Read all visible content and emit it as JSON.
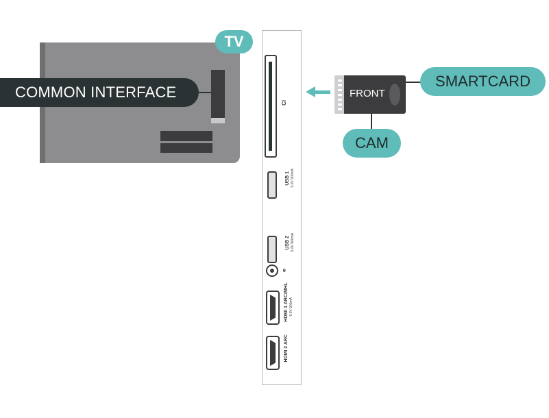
{
  "tv_label": "TV",
  "common_interface_label": "COMMON INTERFACE",
  "panel": {
    "ci_label": "CI",
    "usb1_label": "USB 1",
    "usb1_spec": "5.0V 900mA",
    "usb2_label": "USB 2",
    "usb2_spec": "5.0V 900mA",
    "hdmi1_label": "HDMI 1 ARC/MHL",
    "hdmi1_spec": "5.0V 900mA",
    "hdmi2_label": "HDMI 2 ARC"
  },
  "cam_card_label": "FRONT",
  "smartcard_label": "SMARTCARD",
  "cam_label": "CAM",
  "colors": {
    "accent": "#5fbcb8",
    "dark": "#2b3234",
    "tv_gray": "#8d8d8f"
  },
  "icons": [
    "headphone-icon",
    "left-arrow-icon"
  ]
}
